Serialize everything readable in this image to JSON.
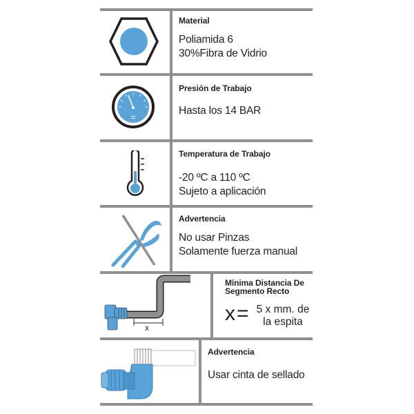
{
  "rows": [
    {
      "icon": "hexagon-nut-icon",
      "title": "Material",
      "lines": [
        "Poliamida 6",
        "30%Fibra de Vidrio"
      ]
    },
    {
      "icon": "pressure-gauge-icon",
      "title": "Presión de Trabajo",
      "lines": [
        "Hasta  los 14 BAR"
      ]
    },
    {
      "icon": "thermometer-icon",
      "title": "Temperatura de Trabajo",
      "lines": [
        "-20 ºC a 110 ºC",
        "Sujeto a aplicación"
      ]
    },
    {
      "icon": "no-pliers-icon",
      "title": "Advertencia",
      "lines": [
        "No usar Pinzas",
        "Solamente fuerza manual"
      ]
    },
    {
      "icon": "bent-pipe-fitting-icon",
      "title_lines": [
        "Mínima Distancia De",
        "Segmento Recto"
      ],
      "formula_symbol": "x",
      "formula_equals": "=",
      "formula_value_lines": [
        "5 x mm. de",
        "la espita"
      ],
      "diagram_label": "x"
    },
    {
      "icon": "sealing-tape-fitting-icon",
      "title": "Advertencia",
      "lines": [
        "Usar cinta de sellado"
      ]
    }
  ],
  "colors": {
    "accent_blue": "#5aa3d9",
    "dark_outline": "#231f20",
    "divider_gray": "#8f8f91",
    "pipe_gray": "#909090"
  }
}
